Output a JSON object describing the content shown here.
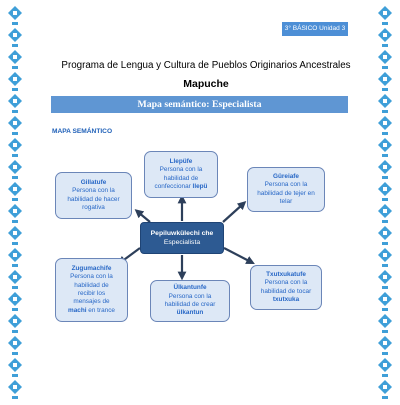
{
  "header": {
    "grade": "3° BÁSICO Unidad 3",
    "program_title": "Programa de Lengua y Cultura de Pueblos Originarios Ancestrales",
    "people": "Mapuche",
    "banner": "Mapa semántico: Especialista"
  },
  "section_label": "MAPA SEMÁNTICO",
  "center": {
    "name": "Pepiluwkülechi che",
    "desc": "Especialista"
  },
  "nodes": {
    "top": {
      "name": "Llepüfe",
      "desc1": "Persona con la",
      "desc2": "habilidad de",
      "desc3": "confeccionar",
      "bold": "llepü"
    },
    "top_left": {
      "name": "Gillatufe",
      "desc1": "Persona con la",
      "desc2": "habilidad de hacer",
      "desc3": "rogativa"
    },
    "top_right": {
      "name": "Güreiafe",
      "desc1": "Persona con la",
      "desc2": "habilidad de tejer en",
      "desc3": "telar"
    },
    "bottom_left": {
      "name": "Zugumachife",
      "desc1": "Persona con la",
      "desc2": "habilidad de",
      "desc3": "recibir los",
      "desc4": "mensajes de",
      "bold": "machi",
      "desc5": "en trance"
    },
    "bottom": {
      "name": "Ülkantunfe",
      "desc1": "Persona con la",
      "desc2": "habilidad de crear",
      "bold": "ülkantun"
    },
    "bottom_right": {
      "name": "Txutxukatufe",
      "desc1": "Persona con la",
      "desc2": "habilidad de tocar",
      "bold": "txutxuka"
    }
  },
  "colors": {
    "banner": "#5f96d3",
    "node_fill": "#dde8f6",
    "node_text": "#2767c6",
    "center_fill": "#2d5a92",
    "border_pattern": "#3f9fd8"
  }
}
